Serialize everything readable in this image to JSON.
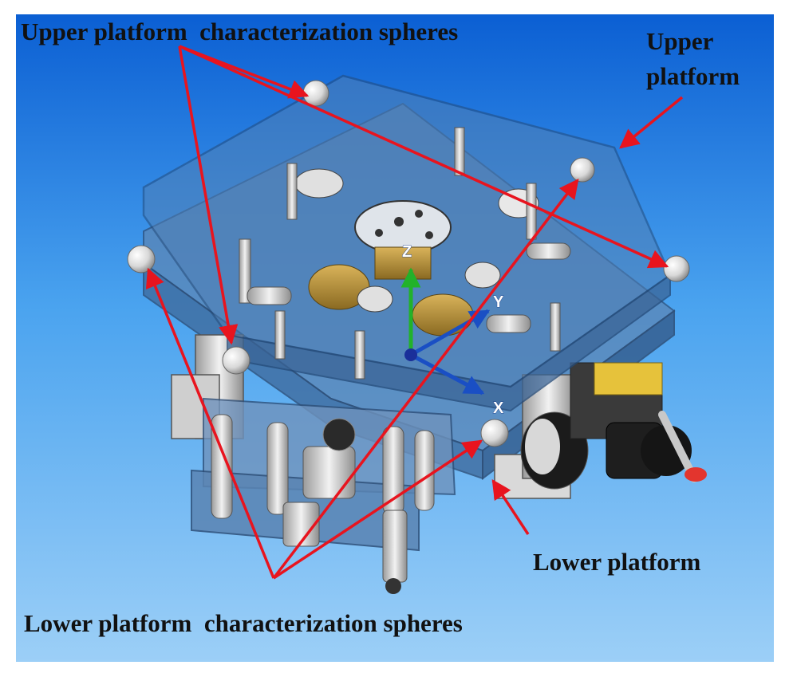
{
  "labels": {
    "upper_spheres": "Upper platform  characterization spheres",
    "upper_platform_line1": "Upper",
    "upper_platform_line2": "platform",
    "lower_platform": "Lower platform",
    "lower_spheres": "Lower platform  characterization spheres"
  },
  "axes": {
    "z": "Z",
    "y": "Y",
    "x": "X"
  },
  "colors": {
    "arrow": "#e8141e",
    "background_top": "#0b5fd3",
    "background_mid": "#4aa3ef",
    "background_bottom": "#9ccff7",
    "plate": "#4f7fb5",
    "axis_z": "#22b22a",
    "axis_y": "#1a4fc4",
    "axis_x": "#1a4fc4"
  }
}
